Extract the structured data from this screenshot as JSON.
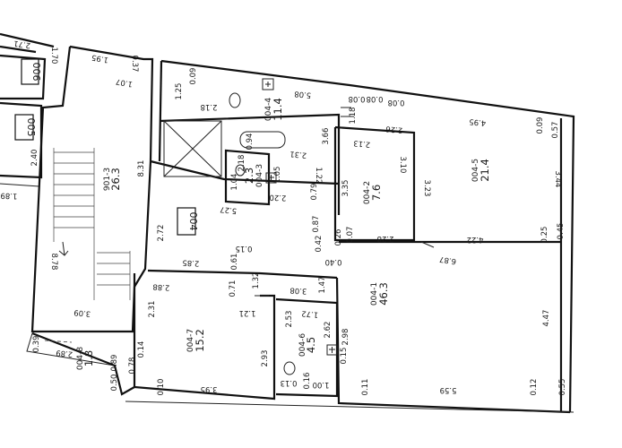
{
  "rooms": [
    {
      "id": "004-1",
      "area": "46.3"
    },
    {
      "id": "004-2",
      "area": "7.6"
    },
    {
      "id": "004-3",
      "area": "2.3"
    },
    {
      "id": "004-4",
      "area": "11.4"
    },
    {
      "id": "004-5",
      "area": "21.4"
    },
    {
      "id": "004-6",
      "area": "4.5"
    },
    {
      "id": "004-7",
      "area": "15.2"
    },
    {
      "id": "004-8",
      "area": "1.8"
    },
    {
      "id": "901-3",
      "area": "26.3"
    }
  ],
  "unit_labels": [
    "004",
    "005",
    "006"
  ],
  "dimensions": [
    "2.71",
    "1.70",
    "1.95",
    "0.37",
    "1.07",
    "1.25",
    "0.09",
    "2.18",
    "5.08",
    "0.08",
    "0.08",
    "0.08",
    "1.18",
    "2.26",
    "4.95",
    "0.09",
    "0.57",
    "0.94",
    "2.31",
    "3.66",
    "2.13",
    "3.10",
    "3.23",
    "3.44",
    "2.40",
    "8.31",
    "2.18",
    "1.05",
    "1.22",
    "3.35",
    "1.89",
    "1.04",
    "2.20",
    "0.79",
    "5.27",
    "0.87",
    "2.72",
    "0.07",
    "0.26",
    "2.28",
    "4.22",
    "0.25",
    "0.45",
    "0.15",
    "0.42",
    "0.40",
    "6.87",
    "2.85",
    "0.61",
    "1.32",
    "1.47",
    "8.78",
    "2.88",
    "0.71",
    "3.08",
    "2.31",
    "1.21",
    "2.53",
    "1.72",
    "4.47",
    "3.09",
    "2.62",
    "2.98",
    "0.39",
    "2.89",
    "0.14",
    "2.93",
    "0.15",
    "0.89",
    "0.78",
    "0.50",
    "0.10",
    "0.13",
    "0.16",
    "1.00",
    "0.11",
    "3.95",
    "5.59",
    "0.12",
    "0.55"
  ]
}
